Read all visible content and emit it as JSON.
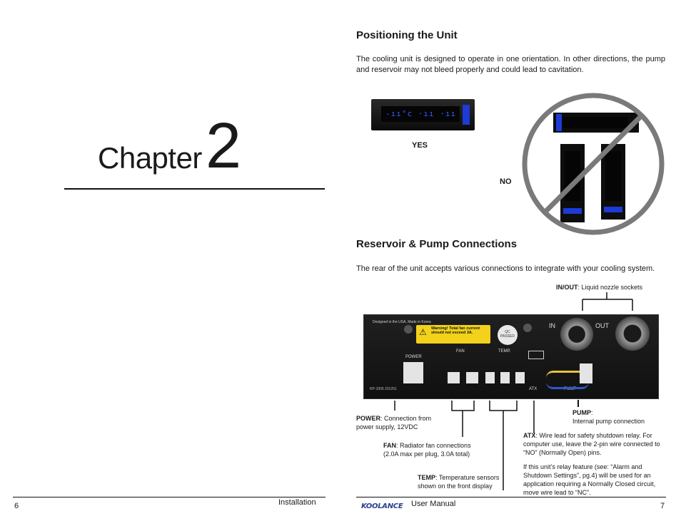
{
  "left_page": {
    "chapter_word": "Chapter",
    "chapter_number": "2",
    "page_number": "6",
    "footer": "Installation"
  },
  "right_page": {
    "section1": {
      "title": "Positioning the Unit",
      "body": "The cooling unit is designed to operate in one orientation. In other directions, the pump and reservoir may not bleed properly and could lead to cavitation.",
      "yes_label": "YES",
      "no_label": "NO"
    },
    "section2": {
      "title": "Reservoir & Pump Connections",
      "body": "The rear of the unit accepts various connections to integrate with your cooling system.",
      "callouts": {
        "inout_key": "IN/OUT",
        "inout_text": ": Liquid nozzle sockets",
        "power_key": "POWER",
        "power_text": ": Connection from power supply, 12VDC",
        "fan_key": "FAN",
        "fan_text": ": Radiator fan connections (2.0A max per plug, 3.0A total)",
        "temp_key": "TEMP",
        "temp_text": ": Temperature sensors shown on the front display",
        "pump_key": "PUMP",
        "pump_text": "Internal pump connection",
        "atx_key": "ATX",
        "atx_text": ": Wire lead for safety shutdown relay. For computer use, leave the 2-pin wire connected to “NO” (Normally Open) pins.",
        "atx_note": "If this unit’s relay feature (see: “Alarm and Shutdown Settings”, pg.4) will be used for an application requiring a Normally Closed circuit, move wire lead to “NC”."
      }
    },
    "panel_labels": {
      "designed": "Designed in the USA, Made in Korea",
      "warning": "Warning! Total fan current should not exceed 3A.",
      "qc": "QC PASSED",
      "in": "IN",
      "out": "OUT",
      "power": "POWER",
      "fan": "FAN",
      "temp": "TEMP.",
      "atx": "ATX",
      "pump": "PUMP",
      "model": "RP-1005 201251"
    },
    "brand": "KOOLANCE",
    "footer": "User Manual",
    "page_number": "7",
    "colors": {
      "led_blue": "#3a5cff",
      "warning_yellow": "#f2d21b",
      "prohibit_gray": "#7a7a7a"
    }
  }
}
